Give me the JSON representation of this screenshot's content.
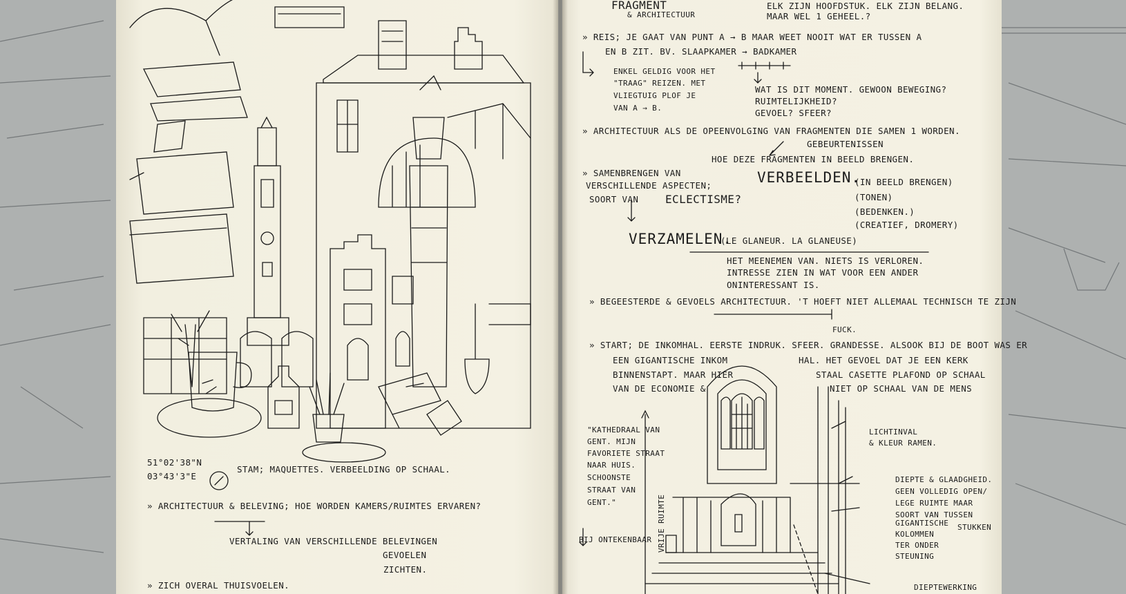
{
  "left_page": {
    "coords": {
      "lat": "51°02'38\"N",
      "lon": "03°43'3\"E"
    },
    "caption": "STAM; MAQUETTES. VERBEELDING OP SCHAAL.",
    "lines": [
      "» ARCHITECTUUR & BELEVING; HOE WORDEN KAMERS/RUIMTES ERVAREN?",
      "VERTALING VAN VERSCHILLENDE BELEVINGEN",
      "GEVOELEN",
      "ZICHTEN.",
      "» ZICH OVERAL THUISVOELEN."
    ]
  },
  "right_page": {
    "heading": "FRAGMENT",
    "heading_note": "& ARCHITECTUUR",
    "top_right_1": "ELK ZIJN HOOFDSTUK. ELK ZIJN BELANG.",
    "top_right_2": "MAAR WEL 1 GEHEEL.?",
    "reis_1": "» REIS; JE GAAT VAN PUNT A → B MAAR WEET NOOIT WAT ER TUSSEN A",
    "reis_2": "EN B ZIT. BV. SLAAPKAMER → BADKAMER",
    "traag_1": "ENKEL GELDIG VOOR HET",
    "traag_2": "\"TRAAG\" REIZEN. MET",
    "traag_3": "VLIEGTUIG PLOF JE",
    "traag_4": "VAN A → B.",
    "moment_1": "WAT IS DIT MOMENT. GEWOON BEWEGING?",
    "moment_2": "RUIMTELIJKHEID?",
    "moment_3": "GEVOEL? SFEER?",
    "opeenvolging": "» ARCHITECTUUR ALS DE OPEENVOLGING VAN FRAGMENTEN DIE SAMEN 1 WORDEN.",
    "gebeurtenissen": "GEBEURTENISSEN",
    "hoe_deze": "HOE DEZE FRAGMENTEN IN BEELD BRENGEN.",
    "samen_1": "» SAMENBRENGEN VAN",
    "samen_2": "VERSCHILLENDE ASPECTEN;",
    "samen_3": "SOORT VAN",
    "eclectisme": "ECLECTISME?",
    "verbeelden": "VERBEELDEN.",
    "verb_1": "(IN BEELD BRENGEN)",
    "verb_2": "(TONEN)",
    "verb_3": "(BEDENKEN.)",
    "verb_4": "(CREATIEF, DROMERY)",
    "verzamelen": "VERZAMELEN.",
    "glaneur": "(LE GLANEUR. LA GLANEUSE)",
    "mee_1": "HET MEENEMEN VAN. NIETS IS VERLOREN.",
    "mee_2": "INTRESSE ZIEN IN WAT VOOR EEN ANDER",
    "mee_3": "ONINTERESSANT IS.",
    "begeesterde": "» BEGEESTERDE & GEVOELS ARCHITECTUUR. 'T HOEFT NIET ALLEMAAL TECHNISCH TE ZIJN",
    "fuck": "FUCK.",
    "start_1": "» START; DE INKOMHAL. EERSTE INDRUK. SFEER. GRANDESSE. ALSOOK BIJ DE BOOT WAS ER",
    "start_2a": "EEN GIGANTISCHE INKOM",
    "start_2b": "HAL. HET GEVOEL DAT JE EEN KERK",
    "start_3a": "BINNENSTAPT. MAAR HIER",
    "start_3b": "STAAL CASETTE PLAFOND OP SCHAAL",
    "start_4a": "VAN DE ECONOMIE &",
    "start_4b": "NIET OP SCHAAL VAN DE MENS",
    "quote": [
      "\"KATHEDRAAL VAN",
      "GENT. MIJN",
      "FAVORIETE STRAAT",
      "NAAR HUIS.",
      "SCHOONSTE",
      "STRAAT VAN",
      "GENT.\""
    ],
    "ontekenbaar": "BIJ ONTEKENBAAR",
    "vrije_ruimte": "VRIJE RUIMTE",
    "lichtinval": [
      "LICHTINVAL",
      "& KLEUR RAMEN."
    ],
    "diepte": [
      "DIEPTE & GLAADGHEID.",
      "GEEN VOLLEDIG OPEN/",
      "LEGE RUIMTE MAAR",
      "SOORT VAN TUSSEN"
    ],
    "gigantische": [
      "GIGANTISCHE",
      "KOLOMMEN",
      "TER ONDER",
      "STEUNING"
    ],
    "stukken": "STUKKEN",
    "dieptewerking": "DIEPTEWERKING"
  }
}
